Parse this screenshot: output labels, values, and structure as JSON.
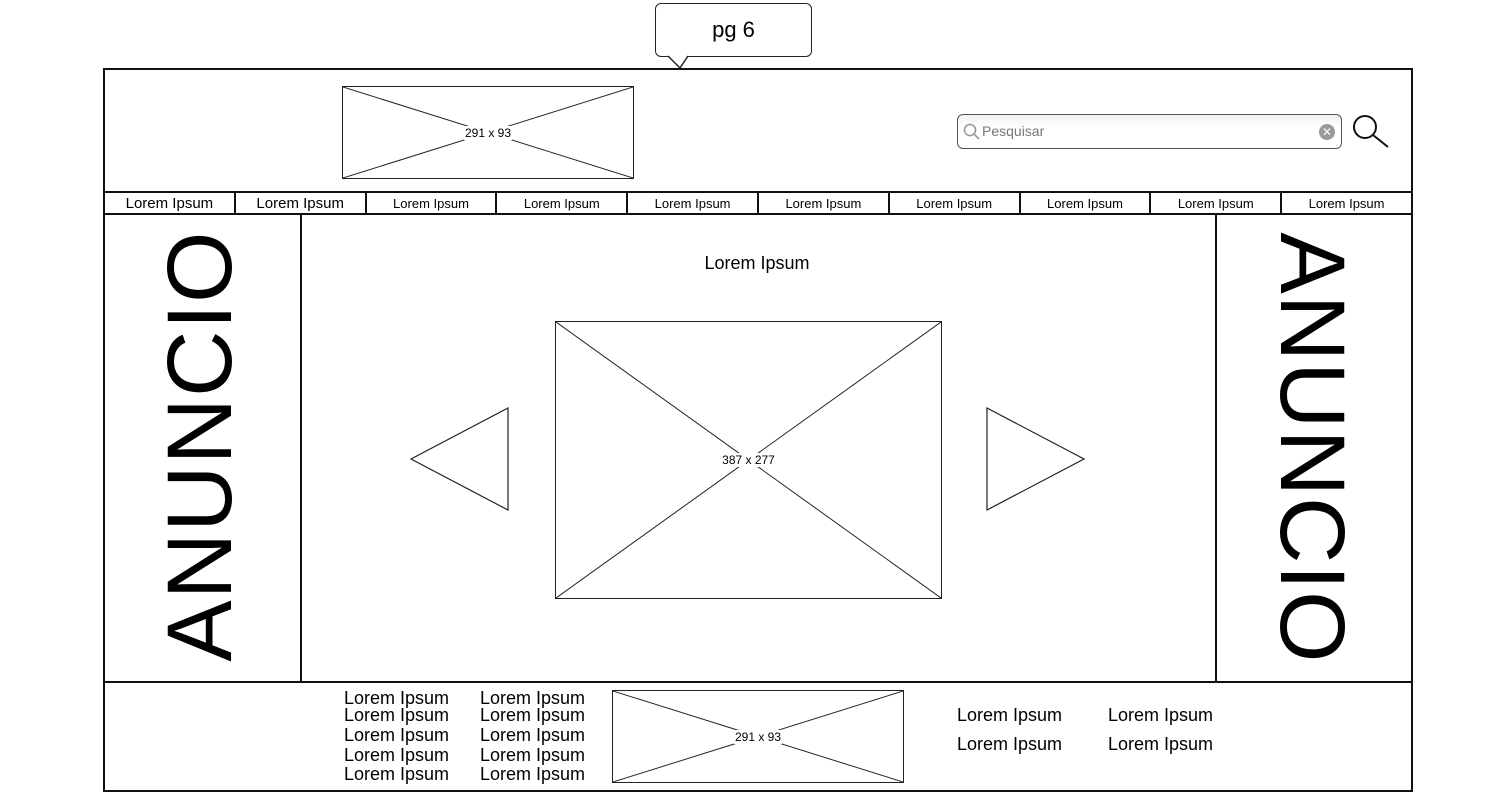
{
  "callout": {
    "label": "pg 6"
  },
  "header": {
    "logo": {
      "label": "291 x 93"
    },
    "search": {
      "placeholder": "Pesquisar"
    }
  },
  "nav": {
    "items": [
      "Lorem Ipsum",
      "Lorem Ipsum",
      "Lorem Ipsum",
      "Lorem Ipsum",
      "Lorem Ipsum",
      "Lorem Ipsum",
      "Lorem Ipsum",
      "Lorem Ipsum",
      "Lorem Ipsum",
      "Lorem Ipsum"
    ]
  },
  "sidebar_left": {
    "ad_text": "ANUNCIO"
  },
  "sidebar_right": {
    "ad_text": "ANUNCIO"
  },
  "main": {
    "title": "Lorem Ipsum",
    "carousel_image": {
      "label": "387 x 277"
    }
  },
  "footer": {
    "col1": [
      "Lorem Ipsum",
      "Lorem Ipsum",
      "Lorem Ipsum",
      "Lorem Ipsum",
      "Lorem Ipsum"
    ],
    "col2": [
      "Lorem Ipsum",
      "Lorem Ipsum",
      "Lorem Ipsum",
      "Lorem Ipsum",
      "Lorem Ipsum"
    ],
    "image": {
      "label": "291 x 93"
    },
    "links_right": [
      "Lorem Ipsum",
      "Lorem Ipsum",
      "Lorem Ipsum",
      "Lorem Ipsum"
    ]
  }
}
